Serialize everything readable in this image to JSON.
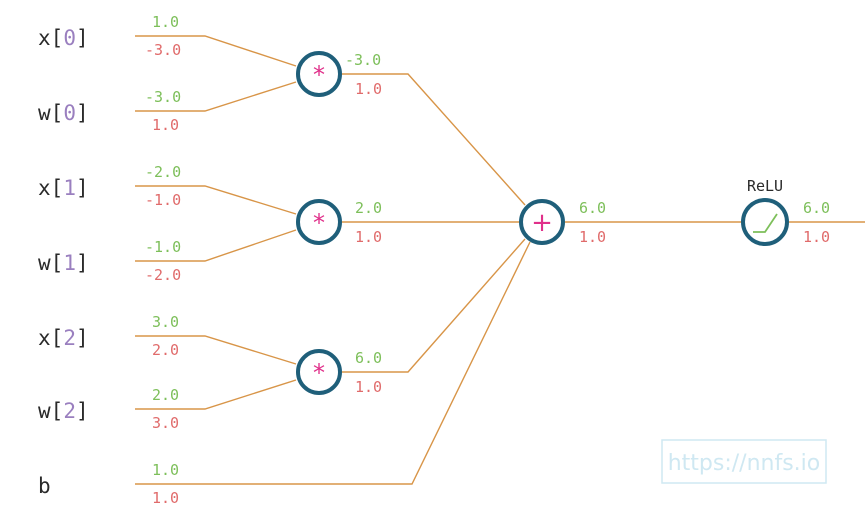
{
  "inputs": [
    {
      "name": "x",
      "index": "0",
      "forward": "1.0",
      "backward": "-3.0"
    },
    {
      "name": "w",
      "index": "0",
      "forward": "-3.0",
      "backward": "1.0"
    },
    {
      "name": "x",
      "index": "1",
      "forward": "-2.0",
      "backward": "-1.0"
    },
    {
      "name": "w",
      "index": "1",
      "forward": "-1.0",
      "backward": "-2.0"
    },
    {
      "name": "x",
      "index": "2",
      "forward": "3.0",
      "backward": "2.0"
    },
    {
      "name": "w",
      "index": "2",
      "forward": "2.0",
      "backward": "3.0"
    },
    {
      "name": "b",
      "index": "",
      "forward": "1.0",
      "backward": "1.0"
    }
  ],
  "multiply_nodes": [
    {
      "symbol": "*",
      "forward": "-3.0",
      "backward": "1.0"
    },
    {
      "symbol": "*",
      "forward": "2.0",
      "backward": "1.0"
    },
    {
      "symbol": "*",
      "forward": "6.0",
      "backward": "1.0"
    }
  ],
  "sum_node": {
    "symbol": "+",
    "forward": "6.0",
    "backward": "1.0"
  },
  "relu_node": {
    "label": "ReLU",
    "forward": "6.0",
    "backward": "1.0"
  },
  "watermark": "https://nnfs.io",
  "colors": {
    "forward": "#7dbf5a",
    "backward": "#e06b6b",
    "wire": "#d89548",
    "node_border": "#1f5f7a",
    "operator": "#e0308a",
    "index": "#9a7fbf"
  }
}
